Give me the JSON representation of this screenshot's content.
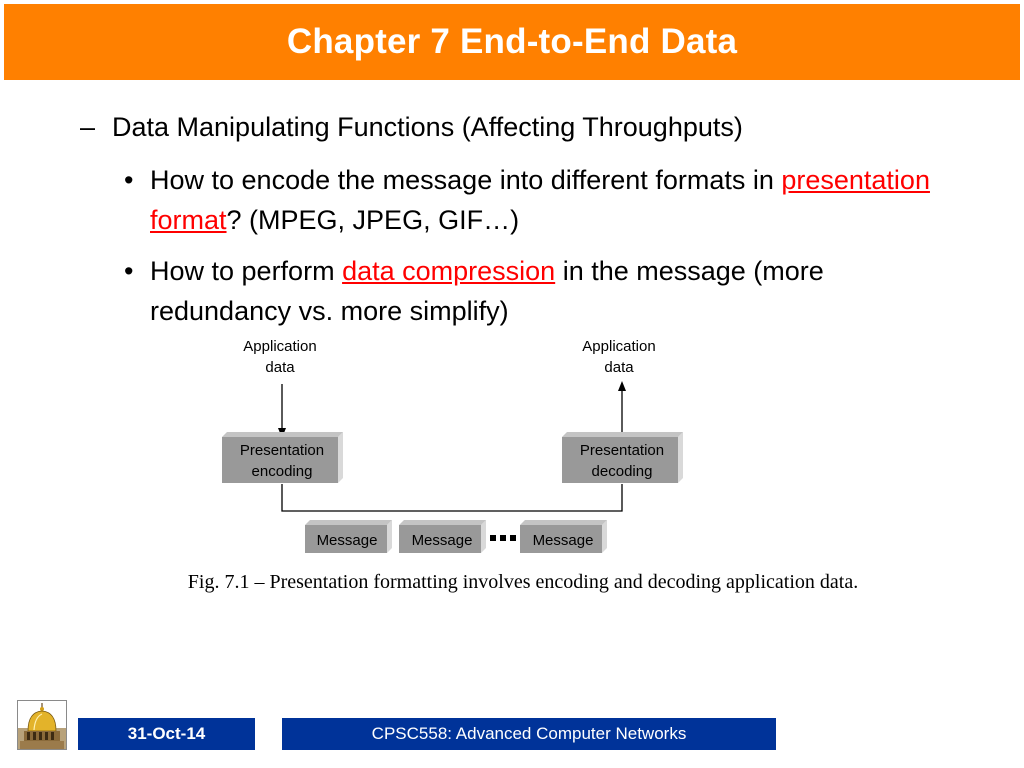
{
  "slide": {
    "title": "Chapter 7 End-to-End Data"
  },
  "content": {
    "dash_mark": "–",
    "dash_text": "Data Manipulating Functions (Affecting Throughputs)",
    "bullet_mark": "•",
    "bullet1": {
      "before": "How to encode the message into different formats in ",
      "link": "presentation format",
      "after": "? (MPEG, JPEG, GIF…)"
    },
    "bullet2": {
      "before": "How to perform ",
      "link": "data compression",
      "after": " in the message (more redundancy vs. more simplify)"
    }
  },
  "diagram": {
    "app_data_left_line1": "Application",
    "app_data_left_line2": "data",
    "app_data_right_line1": "Application",
    "app_data_right_line2": "data",
    "encoding_line1": "Presentation",
    "encoding_line2": "encoding",
    "decoding_line1": "Presentation",
    "decoding_line2": "decoding",
    "message1": "Message",
    "message2": "Message",
    "message3": "Message"
  },
  "caption": "Fig. 7.1 – Presentation formatting involves encoding and decoding application data.",
  "footer": {
    "date": "31-Oct-14",
    "course": "CPSC558: Advanced Computer Networks"
  },
  "colors": {
    "title_bar": "#ff8000",
    "footer_box": "#003399",
    "link": "#ff0000",
    "diagram_box": "#999999"
  }
}
